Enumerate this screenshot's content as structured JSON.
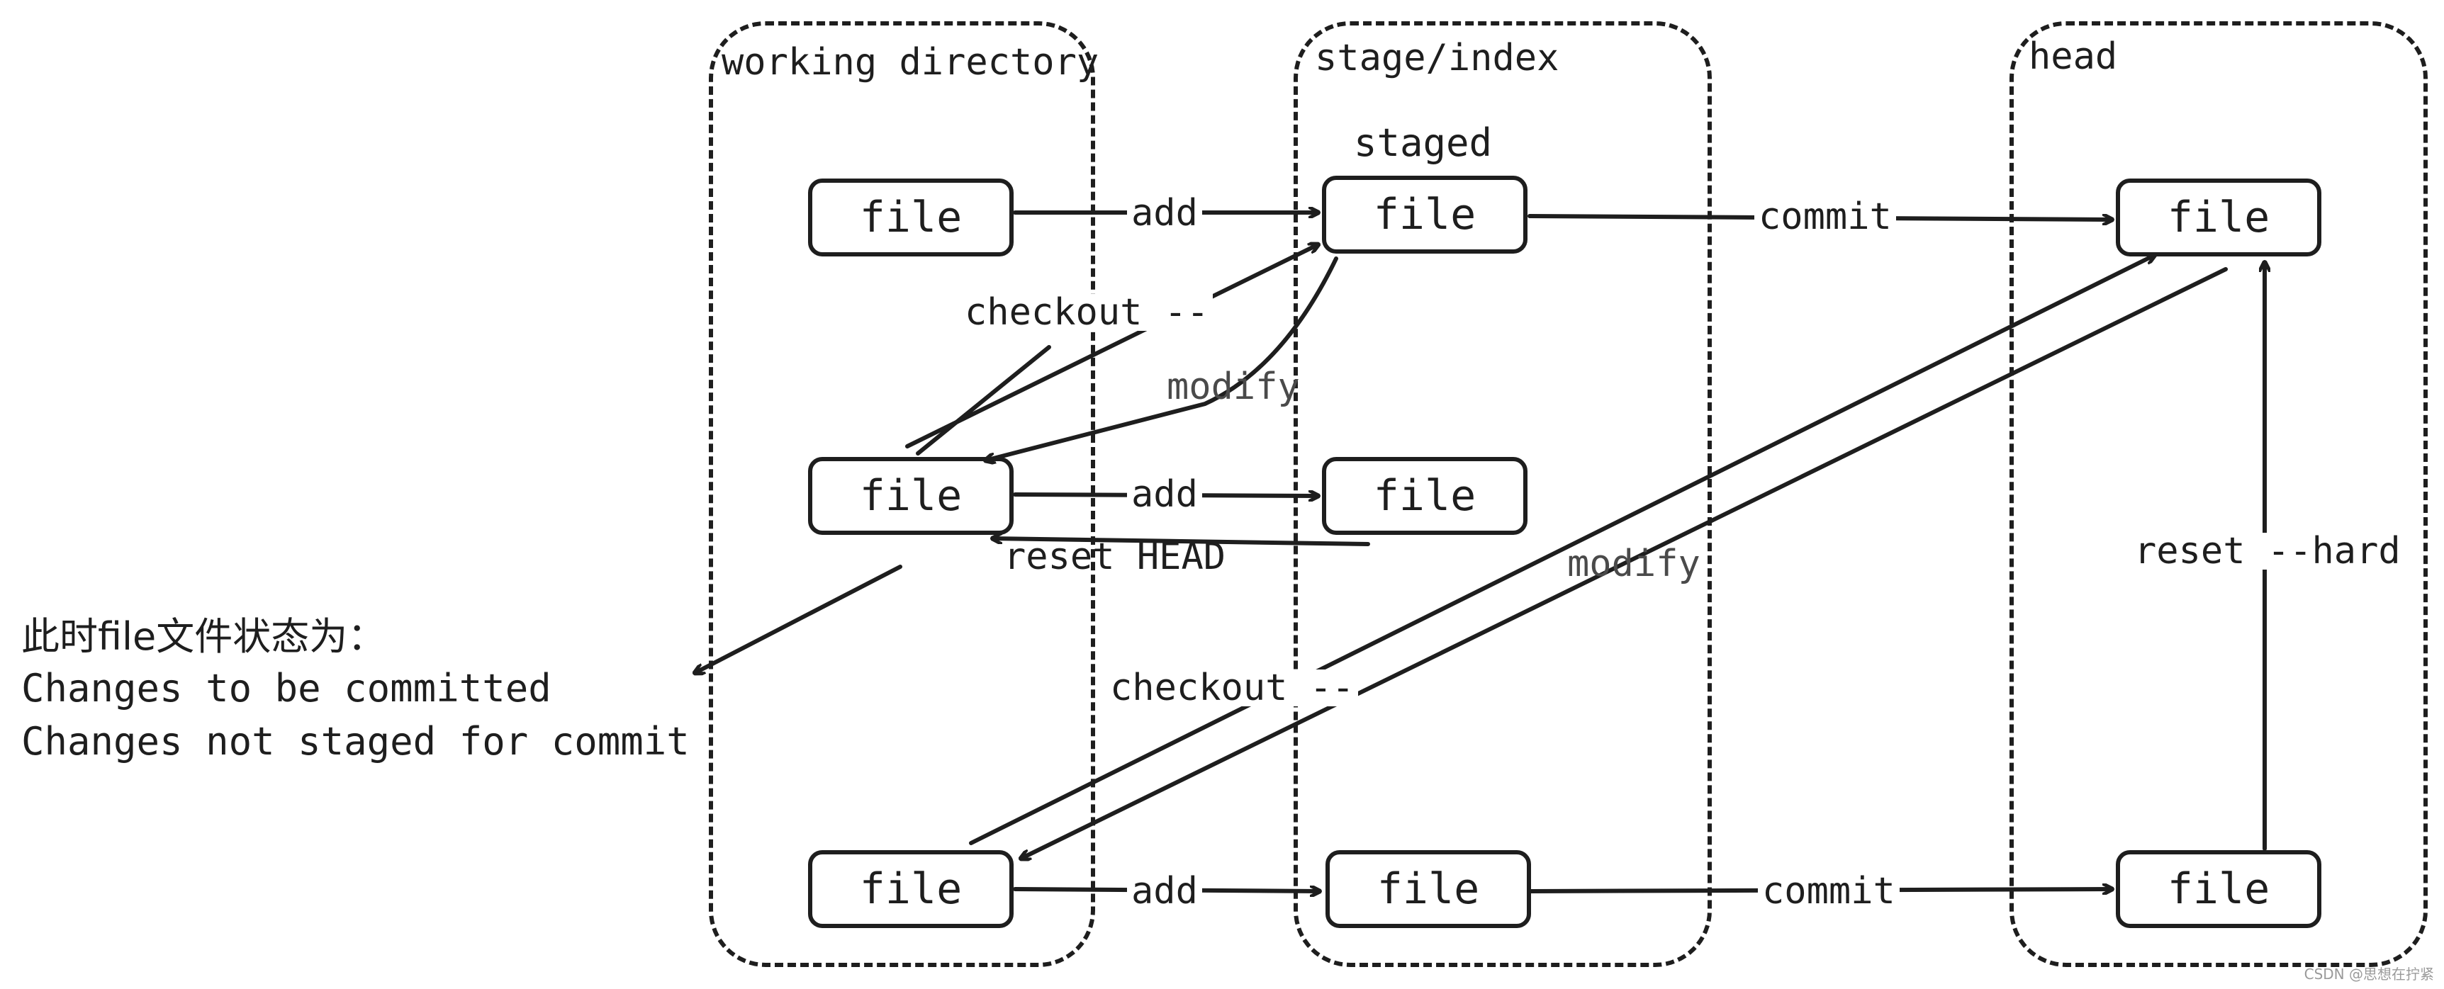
{
  "regions": {
    "working": "working directory",
    "stage": "stage/index",
    "head": "head"
  },
  "staged_label": "staged",
  "file_label": "file",
  "edges": {
    "add_1": "add",
    "add_2": "add",
    "add_3": "add",
    "commit_1": "commit",
    "commit_2": "commit",
    "checkout_1": "checkout --",
    "checkout_2": "checkout --",
    "modify_1": "modify",
    "modify_2": "modify",
    "reset_head": "reset HEAD",
    "reset_hard": "reset --hard"
  },
  "note": {
    "line1": "此时file文件状态为：",
    "line2": "Changes to be committed",
    "line3": "Changes not staged for commit"
  },
  "watermark": "CSDN @思想在拧紧"
}
